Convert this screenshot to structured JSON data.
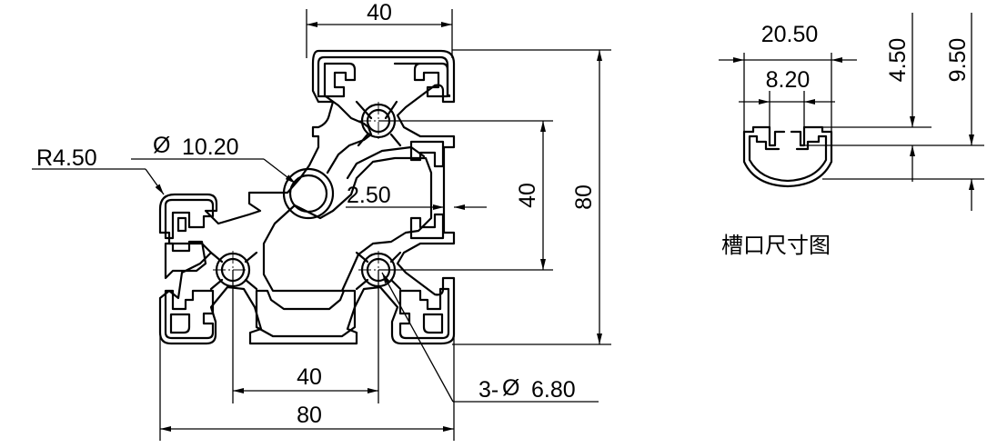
{
  "main_view": {
    "dim_top_width": "40",
    "dim_bottom_inner": "40",
    "dim_bottom_overall": "80",
    "dim_right_inner": "40",
    "dim_right_overall": "80",
    "wall_thickness": "2.50",
    "corner_radius": "R4.50",
    "center_bore": "10.20",
    "center_bore_symbol": "Ø",
    "hole_callout_prefix": "3-",
    "hole_callout_symbol": "Ø",
    "hole_callout_value": "6.80"
  },
  "slot_view": {
    "dim_outer_width": "20.50",
    "dim_opening": "8.20",
    "dim_depth_small": "4.50",
    "dim_depth_large": "9.50",
    "caption": "槽口尺寸图"
  }
}
